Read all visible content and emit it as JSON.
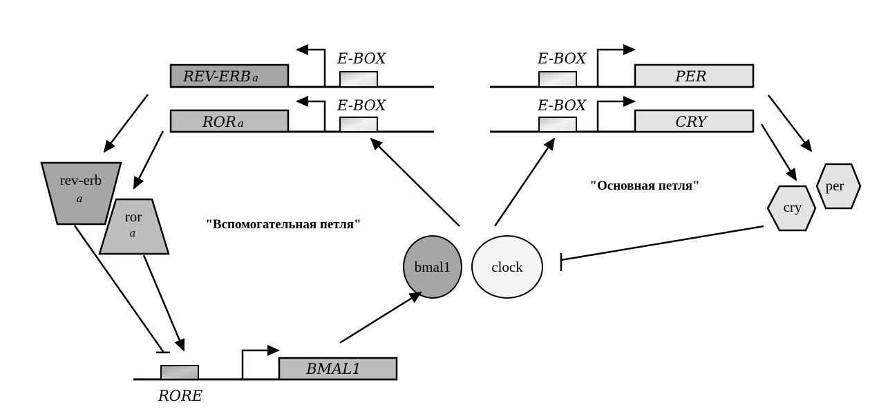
{
  "colors": {
    "dark_gray": "#a6a6a6",
    "mid_gray": "#bdbdbd",
    "light_gray": "#e3e3e3",
    "white_fill": "#f5f5f5",
    "line": "#000000"
  },
  "genes": {
    "rev_erb": {
      "name": "REV-ERB",
      "suffix": "a",
      "ebox": "E-BOX"
    },
    "ror": {
      "name": "ROR",
      "suffix": "a",
      "ebox": "E-BOX"
    },
    "per": {
      "name": "PER",
      "ebox": "E-BOX"
    },
    "cry": {
      "name": "CRY",
      "ebox": "E-BOX"
    },
    "bmal1": {
      "name": "BMAL1",
      "element": "RORE"
    }
  },
  "proteins": {
    "rev_erb": {
      "name": "rev-erb",
      "suffix": "a"
    },
    "ror": {
      "name": "ror",
      "suffix": "a"
    },
    "bmal1": "bmal1",
    "clock": "clock",
    "cry": "cry",
    "per": "per"
  },
  "loops": {
    "auxiliary": "\"Вспомогательная петля\"",
    "main": "\"Основная петля\""
  }
}
